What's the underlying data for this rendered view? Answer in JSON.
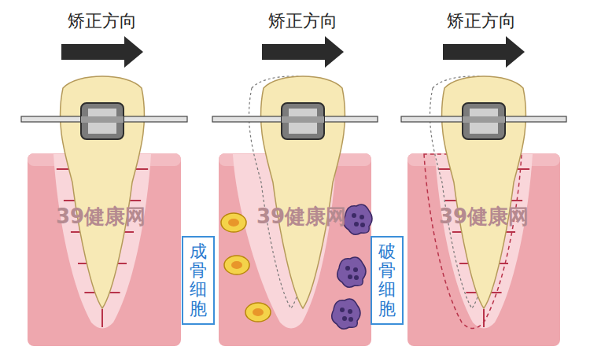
{
  "diagram": {
    "nodes": [
      {
        "text": [
          "成骨细胞"
        ]
      },
      {
        "text": [
          "破骨细胞"
        ]
      }
    ],
    "labels": [
      "矫正方向",
      "矫正方向",
      "矫正方向",
      "39健康网",
      "39健康网",
      "39健康网"
    ]
  }
}
